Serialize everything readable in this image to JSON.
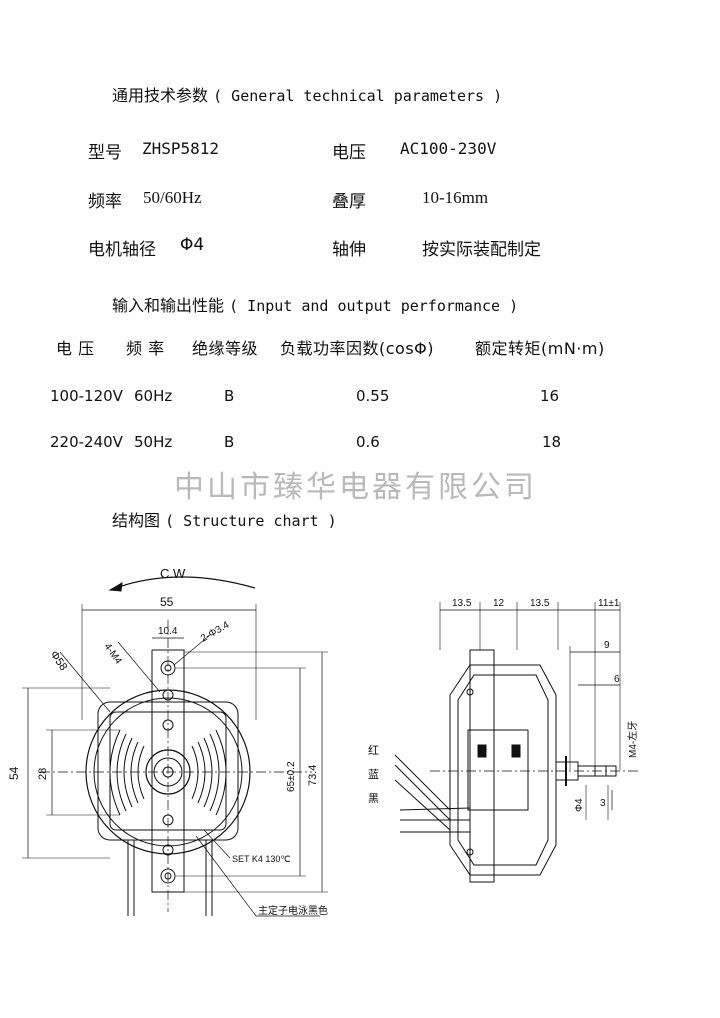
{
  "general": {
    "heading_cn": "通用技术参数",
    "heading_en": "( General technical parameters )",
    "model_label": "型号",
    "model_value": "ZHSP5812",
    "voltage_label": "电压",
    "voltage_value": "AC100-230V",
    "freq_label": "频率",
    "freq_value": "50/60Hz",
    "stack_label": "叠厚",
    "stack_value": "10-16mm",
    "shaft_label": "电机轴径",
    "shaft_value": "Φ4",
    "ext_label": "轴伸",
    "ext_value": "按实际装配制定"
  },
  "performance": {
    "heading_cn": "输入和输出性能",
    "heading_en": "( Input and output performance )",
    "columns": [
      "电 压",
      "频 率",
      "绝缘等级",
      "负载功率因数(cosΦ)",
      "额定转矩(mN·m)"
    ],
    "rows": [
      [
        "100-120V",
        "60Hz",
        "B",
        "0.55",
        "16"
      ],
      [
        "220-240V",
        "50Hz",
        "B",
        "0.6",
        "18"
      ]
    ]
  },
  "watermark": "中山市臻华电器有限公司",
  "structure": {
    "heading_cn": "结构图",
    "heading_en": "( Structure chart )",
    "front": {
      "rotation": "C.W",
      "d55": "55",
      "d104": "10.4",
      "d2phi": "2-Φ3.4",
      "d4m4": "4-M4",
      "d58": "Φ58",
      "d54": "54",
      "d28": "28",
      "d65": "65±0.2",
      "d734": "73.4",
      "set": "SET K4 130℃",
      "coil": "主定子电泳黑色"
    },
    "side": {
      "d135a": "13.5",
      "d12": "12",
      "d135b": "13.5",
      "d11": "11±1",
      "d9": "9",
      "d6": "6",
      "m4": "M4-左牙",
      "phi4": "Φ4",
      "d3": "3",
      "red": "红",
      "blue": "蓝",
      "black": "黑"
    }
  }
}
